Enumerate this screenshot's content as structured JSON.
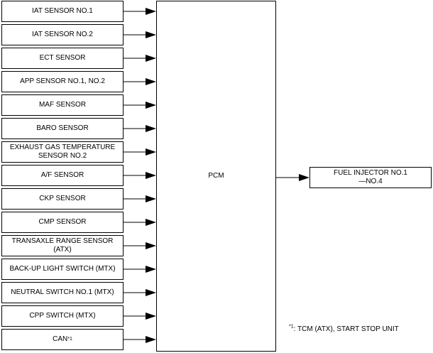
{
  "inputs": [
    {
      "label": "IAT SENSOR NO.1"
    },
    {
      "label": "IAT SENSOR NO.2"
    },
    {
      "label": "ECT SENSOR"
    },
    {
      "label": "APP SENSOR NO.1, NO.2"
    },
    {
      "label": "MAF SENSOR"
    },
    {
      "label": "BARO SENSOR"
    },
    {
      "label": "EXHAUST GAS TEMPERATURE SENSOR NO.2"
    },
    {
      "label": "A/F SENSOR"
    },
    {
      "label": "CKP SENSOR"
    },
    {
      "label": "CMP SENSOR"
    },
    {
      "label": "TRANSAXLE RANGE SENSOR (ATX)"
    },
    {
      "label": "BACK-UP LIGHT SWITCH (MTX)"
    },
    {
      "label": "NEUTRAL SWITCH NO.1 (MTX)"
    },
    {
      "label": "CPP SWITCH (MTX)"
    },
    {
      "label": "CAN",
      "sup": "*1"
    }
  ],
  "pcm": {
    "label": "PCM"
  },
  "output": {
    "label": "FUEL INJECTOR NO.1—NO.4"
  },
  "footnote": {
    "mark": "*1",
    "text": ": TCM (ATX), START STOP UNIT"
  }
}
